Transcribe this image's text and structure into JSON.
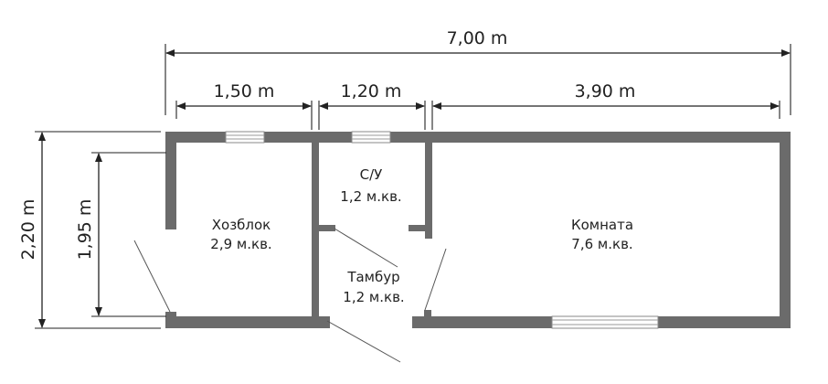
{
  "dimensions": {
    "total_width": "7,00 m",
    "segment_1": "1,50 m",
    "segment_2": "1,20 m",
    "segment_3": "3,90 m",
    "total_height": "2,20 m",
    "inner_height": "1,95 m"
  },
  "rooms": [
    {
      "name": "Хозблок",
      "area": "2,9 м.кв."
    },
    {
      "name": "С/У",
      "area": "1,2 м.кв."
    },
    {
      "name": "Тамбур",
      "area": "1,2 м.кв."
    },
    {
      "name": "Комната",
      "area": "7,6 м.кв."
    }
  ],
  "colors": {
    "wall": "#6b6b6b",
    "line": "#222222",
    "background": "#ffffff"
  }
}
